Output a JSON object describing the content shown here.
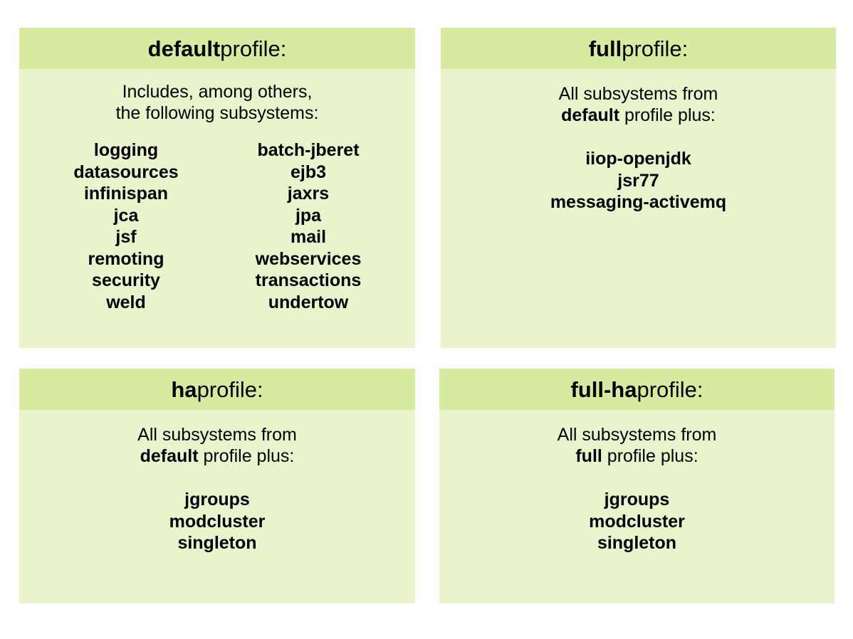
{
  "cards": {
    "default": {
      "title_bold": "default",
      "title_rest": " profile:",
      "intro_line1": "Includes, among others,",
      "intro_line2": "the following subsystems:",
      "col1": [
        "logging",
        "datasources",
        "infinispan",
        "jca",
        "jsf",
        "remoting",
        "security",
        "weld"
      ],
      "col2": [
        "batch-jberet",
        "ejb3",
        "jaxrs",
        "jpa",
        "mail",
        "webservices",
        "transactions",
        "undertow"
      ]
    },
    "full": {
      "title_bold": "full",
      "title_rest": " profile:",
      "intro_line1": "All subsystems from",
      "intro_line2_bold": "default",
      "intro_line2_rest": " profile plus:",
      "items": [
        "iiop-openjdk",
        "jsr77",
        "messaging-activemq"
      ]
    },
    "ha": {
      "title_bold": "ha",
      "title_rest": " profile:",
      "intro_line1": "All subsystems from",
      "intro_line2_bold": "default",
      "intro_line2_rest": " profile plus:",
      "items": [
        "jgroups",
        "modcluster",
        "singleton"
      ]
    },
    "full_ha": {
      "title_bold": "full-ha",
      "title_rest": " profile:",
      "intro_line1": "All subsystems from",
      "intro_line2_bold": "full",
      "intro_line2_rest": " profile plus:",
      "items": [
        "jgroups",
        "modcluster",
        "singleton"
      ]
    }
  },
  "colors": {
    "header_bg": "#d6eb9f",
    "body_bg": "#e9f4cd"
  }
}
